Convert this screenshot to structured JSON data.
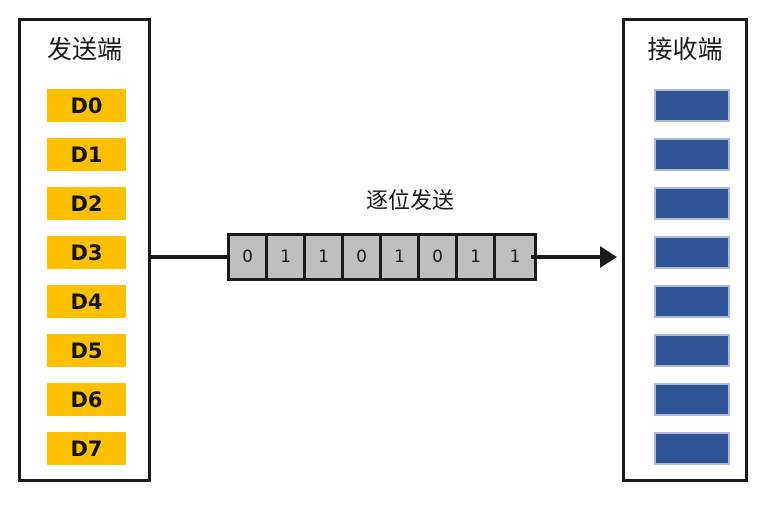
{
  "diagram": {
    "title_sender": "发送端",
    "title_receiver": "接收端",
    "transmission_label": "逐位发送",
    "colors": {
      "sender_bar": "#FFC000",
      "receiver_bar": "#2E5396",
      "receiver_bar_border": "#ADB9DB",
      "bit_cell": "#BFBFBF",
      "outline": "#1A1A1A",
      "background": "#FFFFFF"
    }
  },
  "sender": {
    "title": "发送端",
    "bars": [
      {
        "label": "D0"
      },
      {
        "label": "D1"
      },
      {
        "label": "D2"
      },
      {
        "label": "D3"
      },
      {
        "label": "D4"
      },
      {
        "label": "D5"
      },
      {
        "label": "D6"
      },
      {
        "label": "D7"
      }
    ]
  },
  "receiver": {
    "title": "接收端",
    "bars": [
      {
        "label": ""
      },
      {
        "label": ""
      },
      {
        "label": ""
      },
      {
        "label": ""
      },
      {
        "label": ""
      },
      {
        "label": ""
      },
      {
        "label": ""
      },
      {
        "label": ""
      }
    ]
  },
  "transmission": {
    "label": "逐位发送",
    "direction": "left-to-right",
    "bits": [
      "0",
      "1",
      "1",
      "0",
      "1",
      "0",
      "1",
      "1"
    ]
  }
}
